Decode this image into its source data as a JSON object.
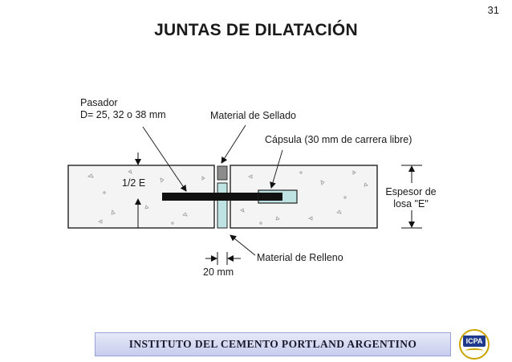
{
  "page_number": "31",
  "title": "JUNTAS DE DILATACIÓN",
  "labels": {
    "pasador_line1": "Pasador",
    "pasador_line2": "D= 25, 32 o 38 mm",
    "material_sellado": "Material de Sellado",
    "capsula": "Cápsula (30 mm de carrera libre)",
    "half_e": "1/2 E",
    "espesor_line1": "Espesor de",
    "espesor_line2": "losa \"E\"",
    "material_relleno": "Material de Relleno",
    "gap_width": "20 mm"
  },
  "footer": {
    "institution": "INSTITUTO DEL CEMENTO PORTLAND ARGENTINO",
    "logo_text": "ICPA"
  },
  "colors": {
    "slab_fill": "#f4f4f4",
    "dowel": "#111111",
    "filler": "#bfe3e3",
    "sealant": "#8c8c8c",
    "footer_band": "#c7cdee",
    "logo_gold": "#c9a400"
  }
}
